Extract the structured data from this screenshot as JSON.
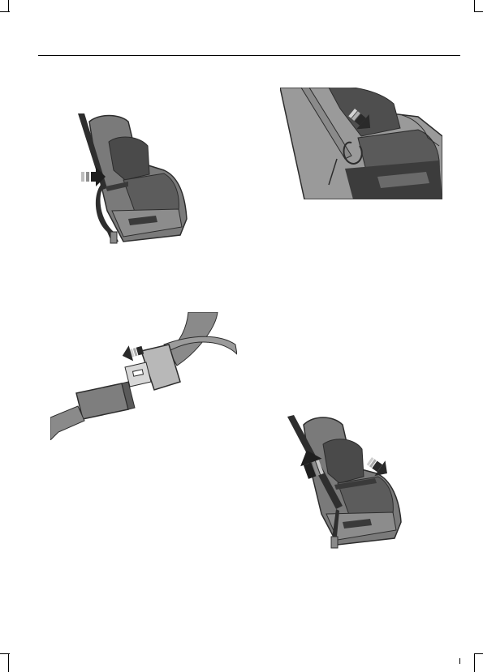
{
  "page": {
    "background": "#ffffff",
    "rule_color": "#000000"
  },
  "figures": [
    {
      "id": "fig-1",
      "icon": "child-seat-belt-routed-through-seat"
    },
    {
      "id": "fig-2",
      "icon": "child-seat-closeup-press-down"
    },
    {
      "id": "fig-3",
      "icon": "seat-belt-tongue-into-buckle"
    },
    {
      "id": "fig-4",
      "icon": "child-seat-pull-belt-tight"
    }
  ],
  "colors": {
    "seat_dark": "#3a3a3a",
    "seat_mid": "#6b6b6b",
    "seat_light": "#9a9a9a",
    "belt": "#8a8a8a",
    "arrow": "#1f1f1f"
  }
}
